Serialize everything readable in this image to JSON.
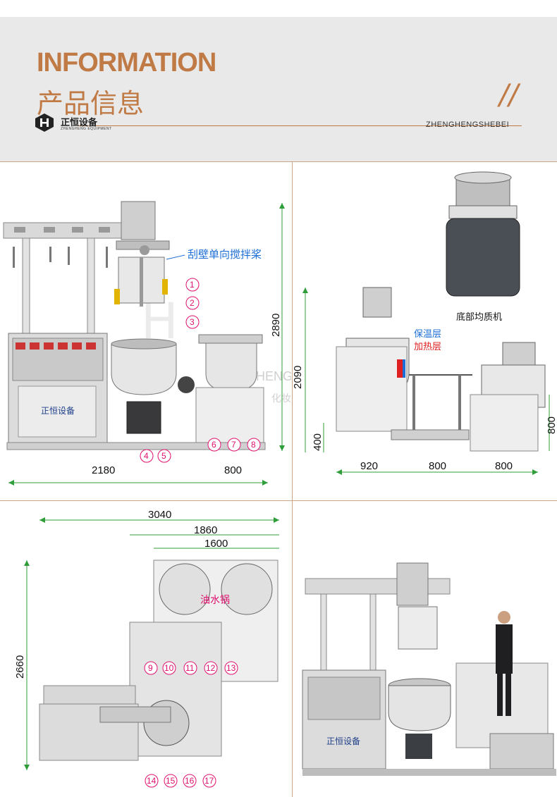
{
  "header": {
    "title_en": "INFORMATION",
    "title_cn": "产品信息",
    "slashes": "//",
    "brand_cn": "正恒设备",
    "brand_en": "ZHENGHENG EQUIPMENT",
    "brand_right": "ZHENGHENGSHEBEI"
  },
  "panel_front": {
    "label_scraper": "刮壁单向搅拌桨",
    "dim_height": "2890",
    "dim_width_left": "2180",
    "dim_width_right": "800",
    "markers": [
      "1",
      "2",
      "3",
      "4",
      "5",
      "6",
      "7",
      "8"
    ],
    "cabinet_brand": "正恒设备",
    "watermark_en": "ZHENGHENG EQUIPMENT",
    "watermark_cn": "化妆品医药生产设备"
  },
  "panel_side": {
    "label_homogenizer": "底部均质机",
    "label_insulation": "保温层",
    "label_heating": "加热层",
    "dim_height": "2090",
    "dim_low": "400",
    "dim_right": "800",
    "dim_bottom": [
      "920",
      "800",
      "800"
    ]
  },
  "panel_top": {
    "dim_total": "3040",
    "dim_1860": "1860",
    "dim_1600": "1600",
    "dim_depth": "2660",
    "label_oil_water": "油水锅",
    "markers_top": [
      "9",
      "10",
      "11",
      "12",
      "13"
    ],
    "markers_bottom": [
      "14",
      "15",
      "16",
      "17"
    ]
  },
  "panel_photo": {
    "cabinet_brand": "正恒设备"
  },
  "colors": {
    "accent": "#c07a45",
    "marker": "#e0106e",
    "dimension_line": "#2f9e3a",
    "label_blue": "#1e6fd6",
    "label_red": "#e02020"
  }
}
